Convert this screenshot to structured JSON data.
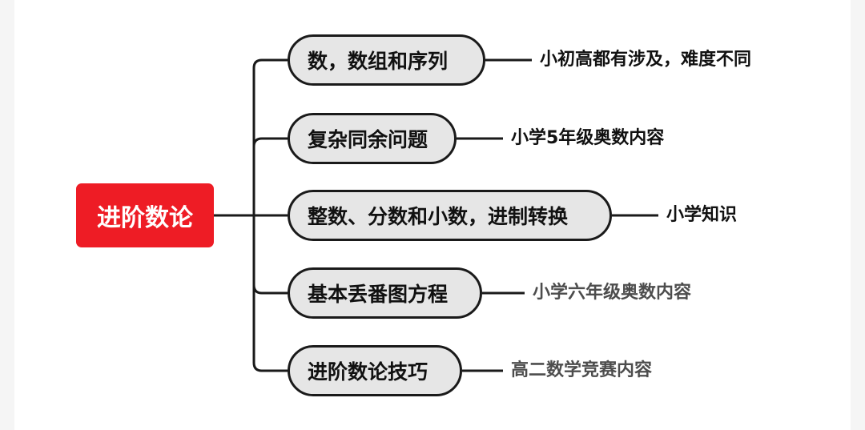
{
  "root": {
    "label": "进阶数论"
  },
  "topics": [
    {
      "label": "数，数组和序列",
      "note": "小初高都有涉及，难度不同"
    },
    {
      "label": "复杂同余问题",
      "note": "小学5年级奥数内容"
    },
    {
      "label": "整数、分数和小数，进制转换",
      "note": "小学知识"
    },
    {
      "label": "基本丢番图方程",
      "note": "小学六年级奥数内容"
    },
    {
      "label": "进阶数论技巧",
      "note": "高二数学竞赛内容"
    }
  ],
  "colors": {
    "root_fill": "#ee1c25",
    "topic_fill": "#e6e6e6",
    "line": "#1a1a1a"
  }
}
